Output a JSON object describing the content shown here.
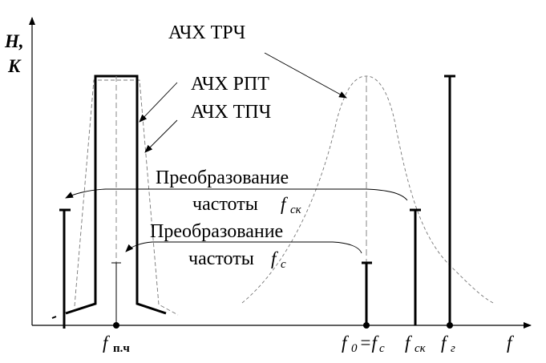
{
  "axes": {
    "y_label_1": "H,",
    "y_label_2": "K",
    "x_label": "f"
  },
  "curves": {
    "trch": "АЧХ ТРЧ",
    "rpt": "АЧХ РПТ",
    "tpch": "АЧХ ТПЧ"
  },
  "conversions": [
    {
      "line1": "Преобразование",
      "line2": "частоты",
      "freq": "f",
      "freq_sub": "ск"
    },
    {
      "line1": "Преобразование",
      "line2": "частоты",
      "freq": "f",
      "freq_sub": "с"
    }
  ],
  "ticks": {
    "fpch": {
      "f": "f",
      "sub": "п.ч"
    },
    "f0": {
      "f": "f",
      "sub": "0",
      "eq": "=f",
      "sub2": "c"
    },
    "fsk": {
      "f": "f",
      "sub": "ск"
    },
    "fg": {
      "f": "f",
      "sub": "г"
    }
  }
}
